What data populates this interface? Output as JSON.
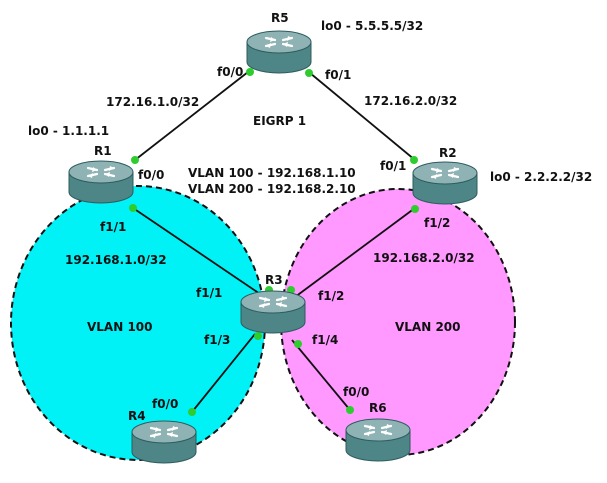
{
  "colors": {
    "vlan100_fill": "#00f2f7",
    "vlan200_fill": "#ff99ff",
    "link": "#111111",
    "port_dot": "#2ecc2e",
    "router_top": "#8fb3b4",
    "router_body": "#4e8587",
    "router_dark": "#2d5c5e"
  },
  "process": {
    "label": "EIGRP 1"
  },
  "routers": {
    "R1": {
      "name": "R1",
      "loopback": "lo0 - 1.1.1.1"
    },
    "R2": {
      "name": "R2",
      "loopback": "lo0 - 2.2.2.2/32"
    },
    "R3": {
      "name": "R3",
      "vlan100_svi": "VLAN 100 - 192.168.1.10",
      "vlan200_svi": "VLAN 200 - 192.168.2.10"
    },
    "R4": {
      "name": "R4"
    },
    "R5": {
      "name": "R5",
      "loopback": "lo0 - 5.5.5.5/32"
    },
    "R6": {
      "name": "R6"
    }
  },
  "interfaces": {
    "r5_f00": "f0/0",
    "r5_f01": "f0/1",
    "r1_f00": "f0/0",
    "r1_f11": "f1/1",
    "r2_f01": "f0/1",
    "r2_f12": "f1/2",
    "r3_f11": "f1/1",
    "r3_f12": "f1/2",
    "r3_f13": "f1/3",
    "r3_f14": "f1/4",
    "r4_f00": "f0/0",
    "r6_f00": "f0/0"
  },
  "subnets": {
    "r1_r5": "172.16.1.0/32",
    "r2_r5": "172.16.2.0/32",
    "vlan100_net": "192.168.1.0/32",
    "vlan200_net": "192.168.2.0/32"
  },
  "vlans": {
    "vlan100": "VLAN 100",
    "vlan200": "VLAN 200"
  }
}
